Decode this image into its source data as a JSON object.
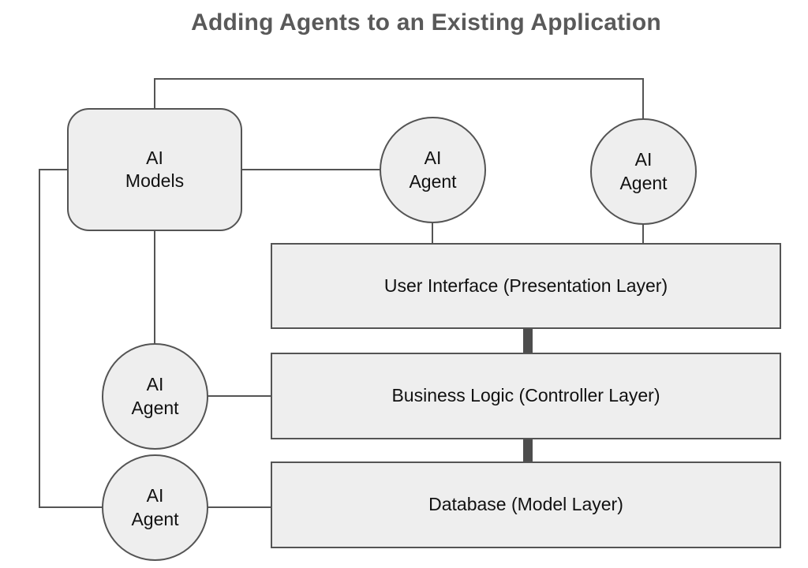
{
  "title": "Adding Agents to an Existing Application",
  "diagram": {
    "ai_models": "AI\nModels",
    "agent_top_center": "AI\nAgent",
    "agent_top_right": "AI\nAgent",
    "agent_mid_left": "AI\nAgent",
    "agent_bottom_left": "AI\nAgent",
    "layers": [
      "User Interface (Presentation Layer)",
      "Business Logic (Controller Layer)",
      "Database (Model Layer)"
    ]
  },
  "colors": {
    "node_fill": "#eeeeee",
    "node_border": "#545454",
    "connector": "#545454",
    "thick_connector": "#4d4d4d",
    "title_text": "#595959",
    "node_text": "#111111",
    "background": "#ffffff"
  }
}
